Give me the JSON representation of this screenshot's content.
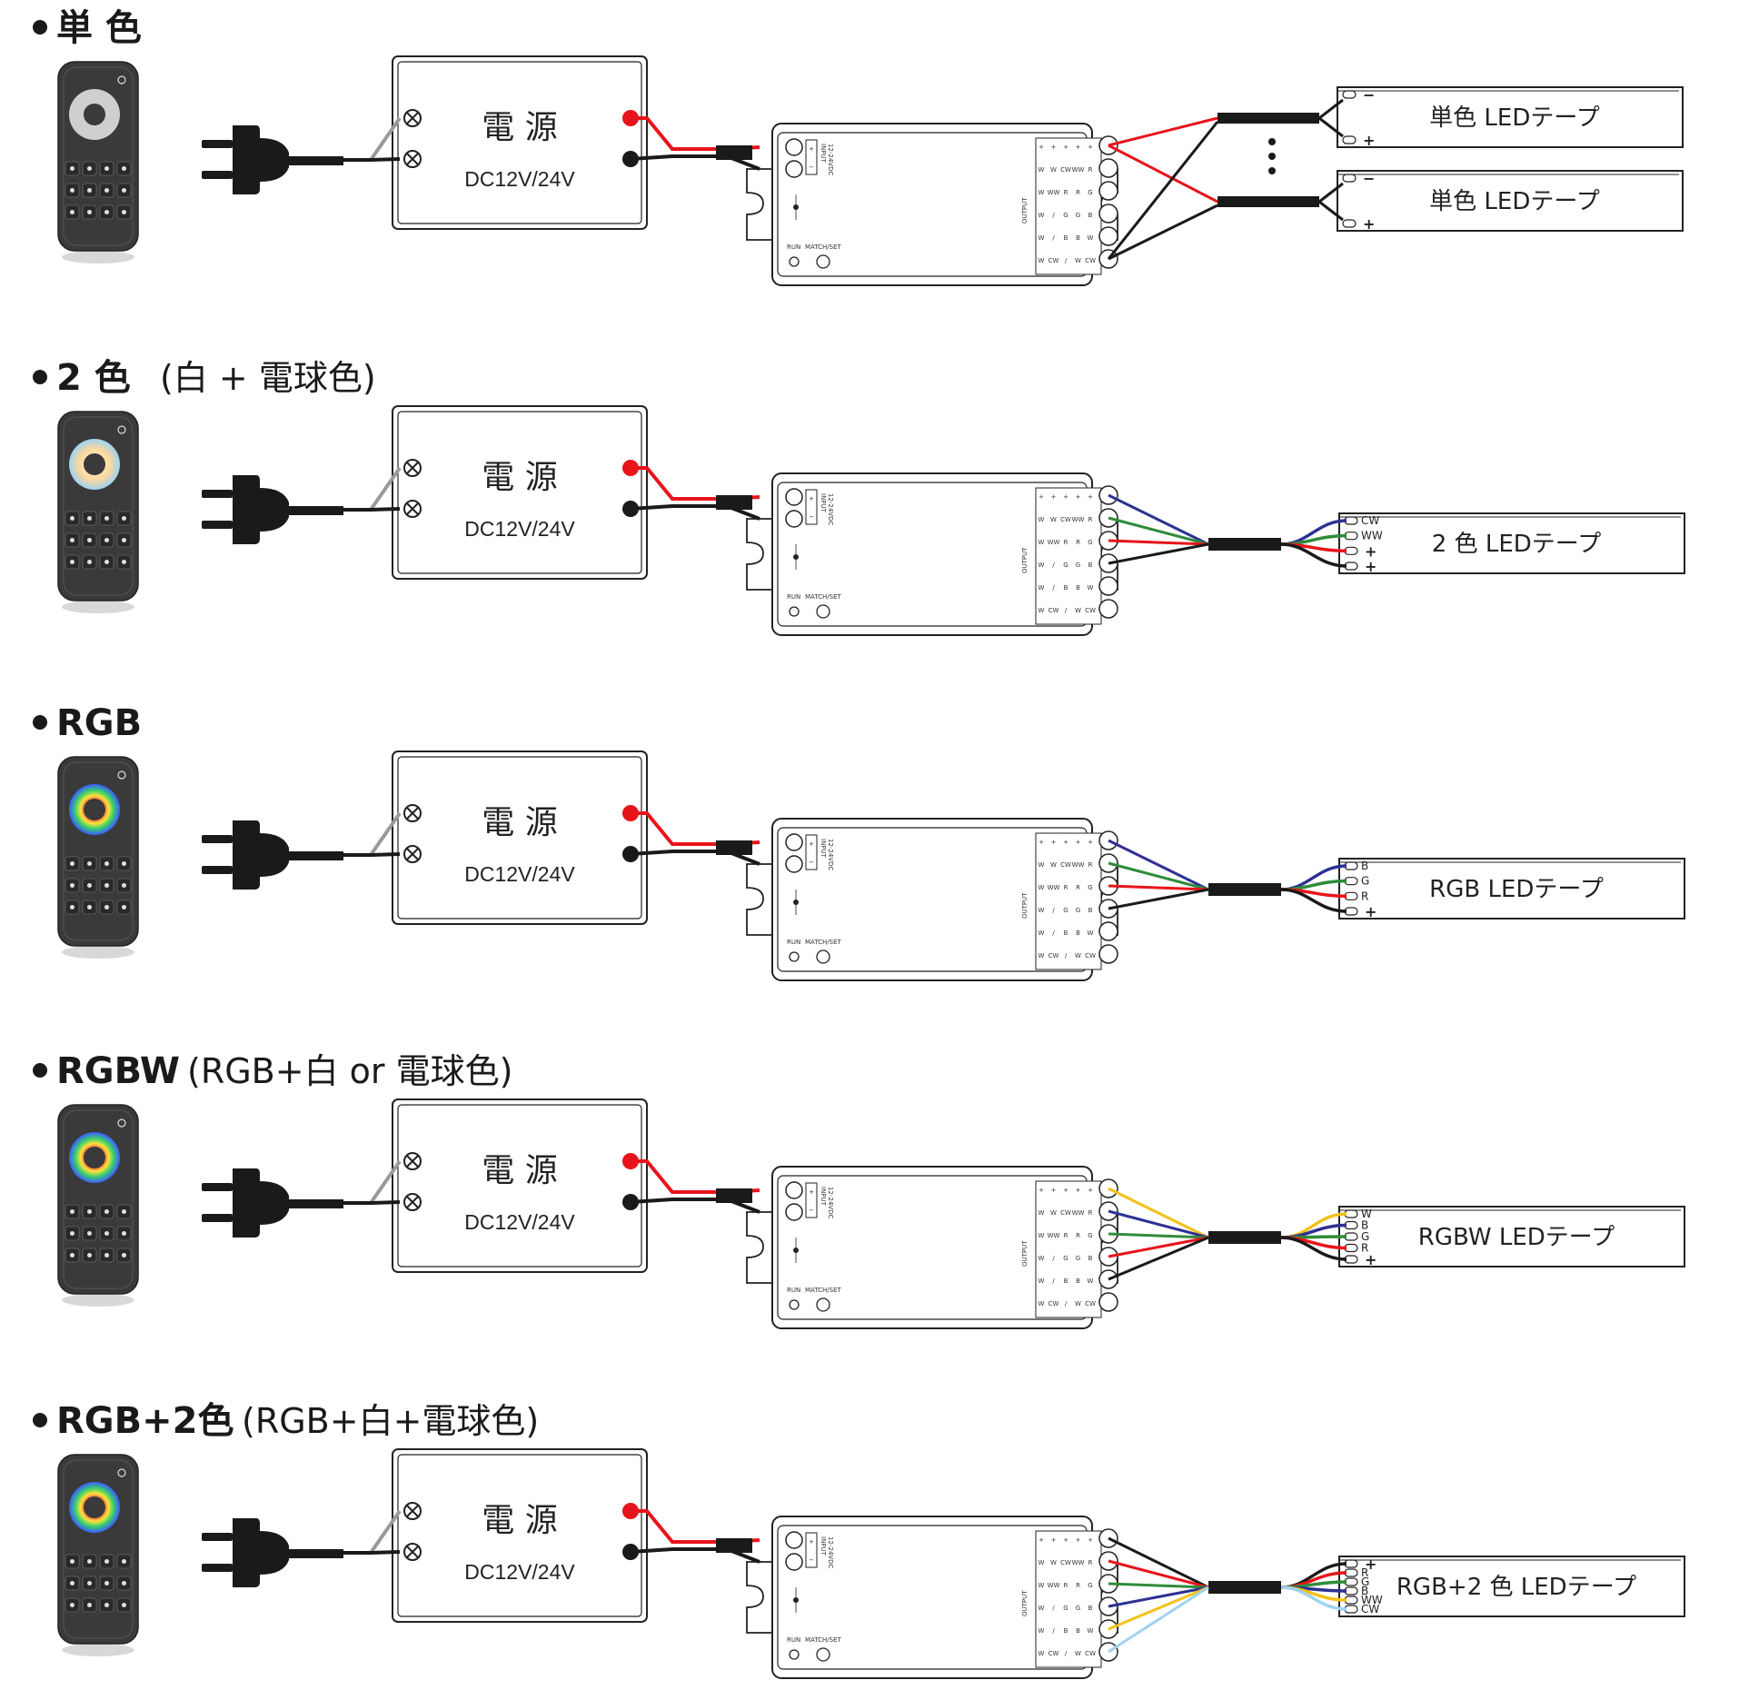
{
  "psu_label": "電 源",
  "psu_voltage": "DC12V/24V",
  "controller_input": [
    "INPUT",
    "12-24VDC"
  ],
  "controller_output": "OUTPUT",
  "controller_buttons": [
    "RUN",
    "MATCH/SET"
  ],
  "terminal_table": [
    [
      "+",
      "+",
      "+",
      "+",
      "+"
    ],
    [
      "W",
      "W",
      "CW",
      "WW",
      "R"
    ],
    [
      "W",
      "WW",
      "R",
      "R",
      "G"
    ],
    [
      "W",
      "/",
      "G",
      "G",
      "B"
    ],
    [
      "W",
      "/",
      "B",
      "B",
      "W"
    ],
    [
      "W",
      "CW",
      "/",
      "W",
      "CW"
    ]
  ],
  "sections": [
    {
      "title": "単 色",
      "subtitle": "",
      "strips": [
        {
          "label": "単色 LEDテープ",
          "pins": [
            "",
            ""
          ],
          "signs": [
            "−",
            "+"
          ]
        },
        {
          "label": "単色 LEDテープ",
          "pins": [
            "",
            ""
          ],
          "signs": [
            "−",
            "+"
          ]
        }
      ],
      "colors": [
        "#e8141b",
        "#1a1a1a"
      ]
    },
    {
      "title": "2 色",
      "subtitle": "(白 + 電球色)",
      "strips": [
        {
          "label": "2 色 LEDテープ",
          "pins": [
            "CW",
            "WW",
            "",
            ""
          ],
          "signs": [
            "",
            "",
            "+",
            "+"
          ]
        }
      ],
      "colors": [
        "#2e3192",
        "#2f8c3a",
        "#e8141b",
        "#1a1a1a"
      ]
    },
    {
      "title": "RGB",
      "subtitle": "",
      "strips": [
        {
          "label": "RGB LEDテープ",
          "pins": [
            "B",
            "G",
            "R",
            ""
          ],
          "signs": [
            "",
            "",
            "",
            "+"
          ]
        }
      ],
      "colors": [
        "#2e3192",
        "#2f8c3a",
        "#e8141b",
        "#1a1a1a"
      ]
    },
    {
      "title": "RGBW",
      "subtitle": "(RGB+白 or 電球色)",
      "strips": [
        {
          "label": "RGBW LEDテープ",
          "pins": [
            "W",
            "B",
            "G",
            "R",
            ""
          ],
          "signs": [
            "",
            "",
            "",
            "",
            "+"
          ]
        }
      ],
      "colors": [
        "#f2c21a",
        "#2e3192",
        "#2f8c3a",
        "#e8141b",
        "#1a1a1a"
      ]
    },
    {
      "title": "RGB+2色",
      "subtitle": "(RGB+白+電球色)",
      "strips": [
        {
          "label": "RGB+2 色 LEDテープ",
          "pins": [
            "",
            "R",
            "G",
            "B",
            "WW",
            "CW"
          ],
          "signs": [
            "+",
            "",
            "",
            "",
            "",
            ""
          ]
        }
      ],
      "colors": [
        "#1a1a1a",
        "#e8141b",
        "#2f8c3a",
        "#2e3192",
        "#f2c21a",
        "#9fd3f0"
      ]
    }
  ],
  "colors": {
    "wire_red": "#e8141b",
    "wire_black": "#1a1a1a",
    "wire_gray": "#9a9a9a",
    "remote_body": "#3a3a3a"
  }
}
